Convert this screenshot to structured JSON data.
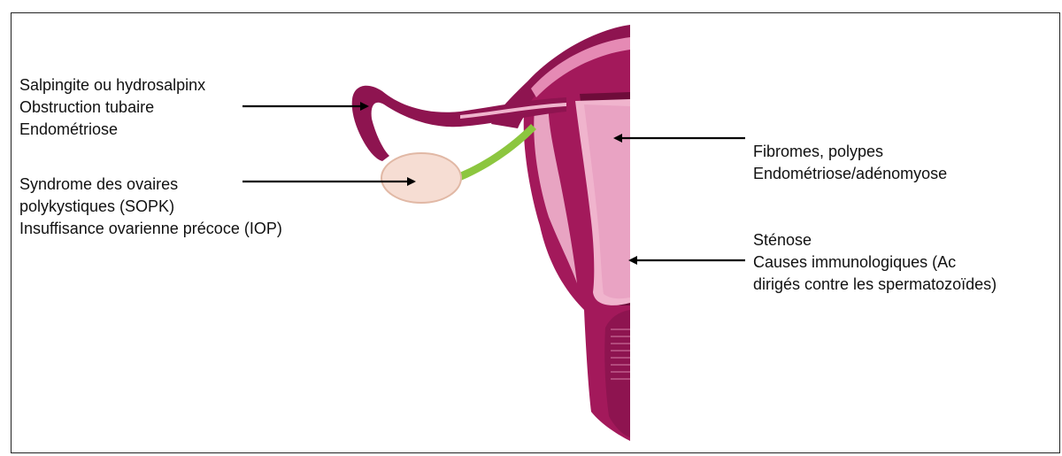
{
  "labels": {
    "tube": [
      "Salpingite ou hydrosalpinx",
      "Obstruction tubaire",
      "Endométriose"
    ],
    "ovary": [
      "Syndrome des ovaires",
      "polykystiques (SOPK)",
      "Insuffisance ovarienne précoce (IOP)"
    ],
    "uterus": [
      "Fibromes, polypes",
      "Endométriose/adénomyose"
    ],
    "cervix": [
      "Sténose",
      "Causes immunologiques (Ac",
      "dirigés contre les spermatozoïdes)"
    ]
  },
  "colors": {
    "uterus_wall": "#a3195b",
    "uterus_dark": "#6e0c3a",
    "uterus_light": "#f0b4cd",
    "cavity": "#e9a3c3",
    "ovary": "#f6ddd3",
    "ligament": "#8cc63f",
    "arrow": "#000000"
  }
}
